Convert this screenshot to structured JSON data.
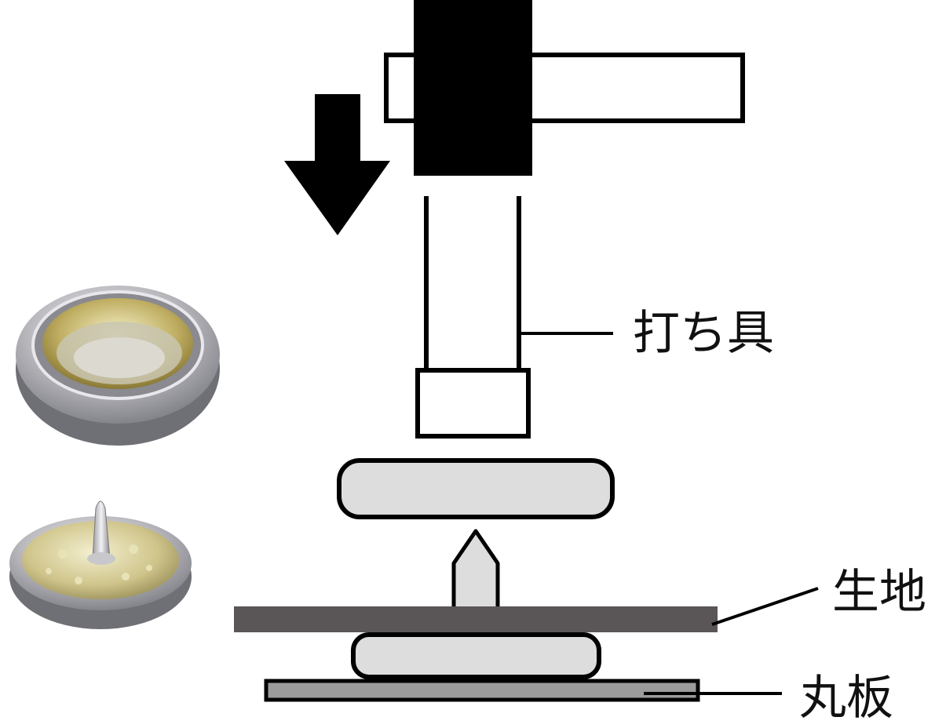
{
  "labels": {
    "tool": "打ち具",
    "fabric": "生地",
    "plate": "丸板"
  },
  "colors": {
    "outline": "#000000",
    "fill_black": "#000000",
    "part_fill": "#dddddd",
    "fabric": "#5a5556",
    "plate": "#9b9b9b",
    "metal_silver": "#c8c8cc",
    "metal_brass": "#b9a862"
  },
  "icons": {
    "arrow": "down-arrow-icon",
    "socket_photo": "snap-socket-photo",
    "stud_photo": "snap-stud-photo"
  }
}
